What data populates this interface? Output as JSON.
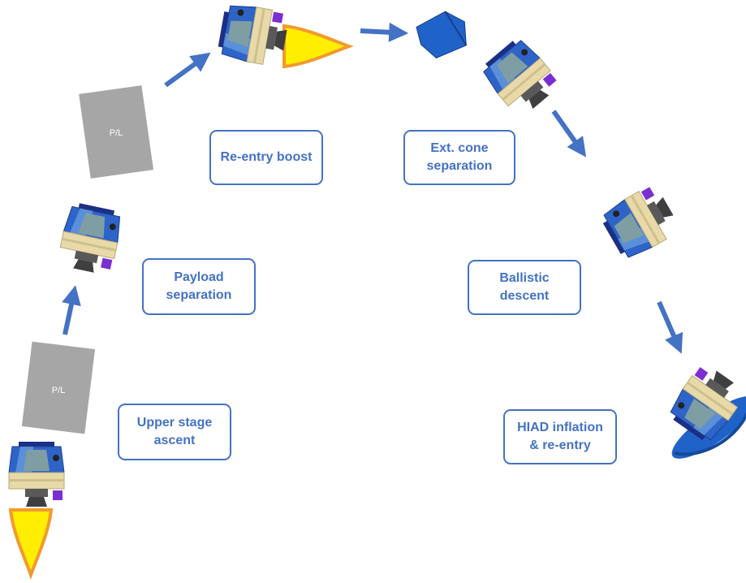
{
  "phases": [
    {
      "id": "ascent",
      "label": "Upper stage\nascent"
    },
    {
      "id": "payload",
      "label": "Payload\nseparation"
    },
    {
      "id": "boost",
      "label": "Re-entry boost"
    },
    {
      "id": "cone",
      "label": "Ext. cone\nseparation"
    },
    {
      "id": "descent",
      "label": "Ballistic\ndescent"
    },
    {
      "id": "hiad",
      "label": "HIAD inflation\n& re-entry"
    }
  ],
  "payload_label": "P/L",
  "colors": {
    "accent": "#4472c4",
    "payload_block": "#a6a6a6",
    "vehicle_blue": "#2e64c8",
    "vehicle_body": "#7f9ea3",
    "vehicle_cream": "#e8d9a8",
    "vehicle_gray": "#595959",
    "thruster_purple": "#7a2fd1",
    "flame_yellow": "#ffee00",
    "flame_orange": "#f29a2e",
    "hiad_blue": "#1f63c9"
  },
  "icons": [
    "vehicle-icon",
    "payload-block-icon",
    "flame-icon",
    "extension-cone-icon",
    "hiad-heatshield-icon",
    "arrow-icon"
  ]
}
